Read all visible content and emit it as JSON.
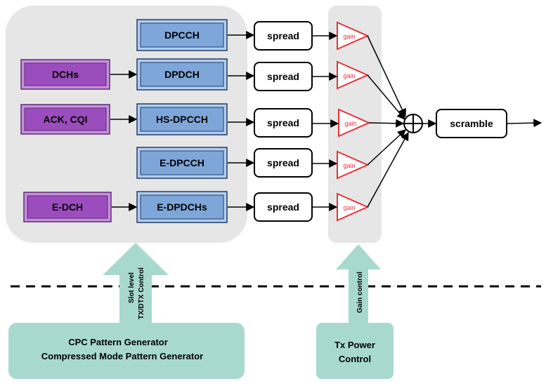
{
  "transport_blocks": {
    "dchs": "DCHs",
    "ack_cqi": "ACK, CQI",
    "edch": "E-DCH"
  },
  "physical_channels": {
    "dpcch": "DPCCH",
    "dpdch": "DPDCH",
    "hsdpcch": "HS-DPCCH",
    "edpcch": "E-DPCCH",
    "edpdchs": "E-DPDCHs"
  },
  "spread_label": "spread",
  "gain_label": "gain",
  "scramble_label": "scramble",
  "arrows": {
    "slot_level_line1": "Slot level",
    "slot_level_line2": "TX/DTX Control",
    "gain_control": "Gain control"
  },
  "generators": {
    "cpc_line1": "CPC Pattern  Generator",
    "cpc_line2": "Compressed Mode Pattern  Generator",
    "tx_power_line1": "Tx Power",
    "tx_power_line2": "Control"
  },
  "colors": {
    "panel_gray": "#e6e6e6",
    "purple_block": "#9b4dbd",
    "purple_block_light": "#c78fdc",
    "blue_block": "#7fa6d8",
    "blue_block_light": "#b3cdee",
    "gain_red": "#e8323a",
    "teal": "#a8d9cf"
  }
}
